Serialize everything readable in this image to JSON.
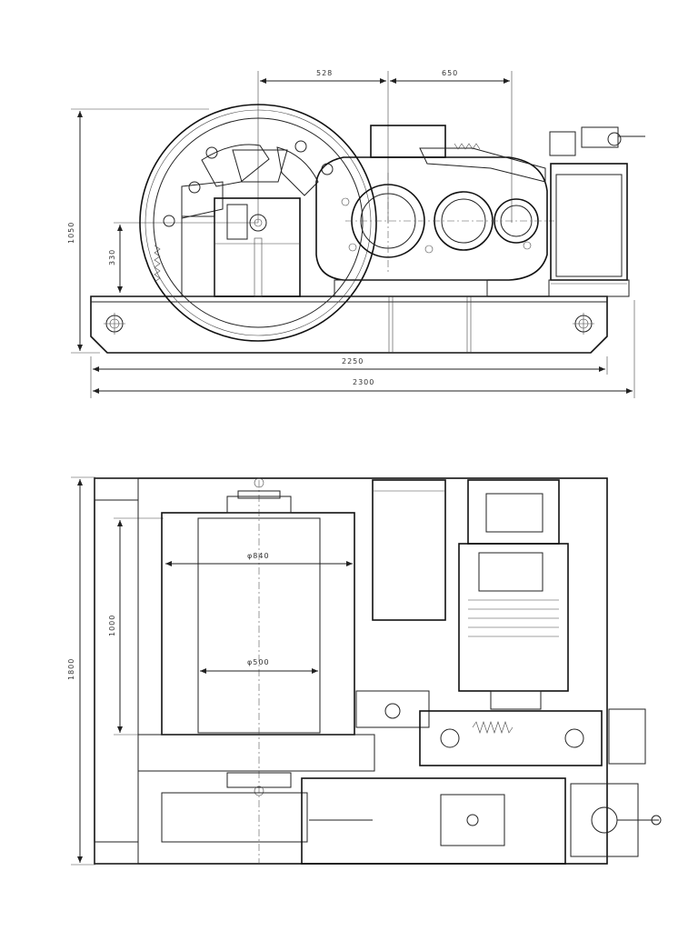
{
  "side_view": {
    "dims": {
      "d528": "528",
      "d650": "650",
      "d1050": "1050",
      "d330": "330",
      "d2250": "2250",
      "d2300": "2300"
    }
  },
  "top_view": {
    "dims": {
      "d840": "φ840",
      "d500": "φ500",
      "d1000": "1000",
      "d1800": "1800"
    }
  }
}
